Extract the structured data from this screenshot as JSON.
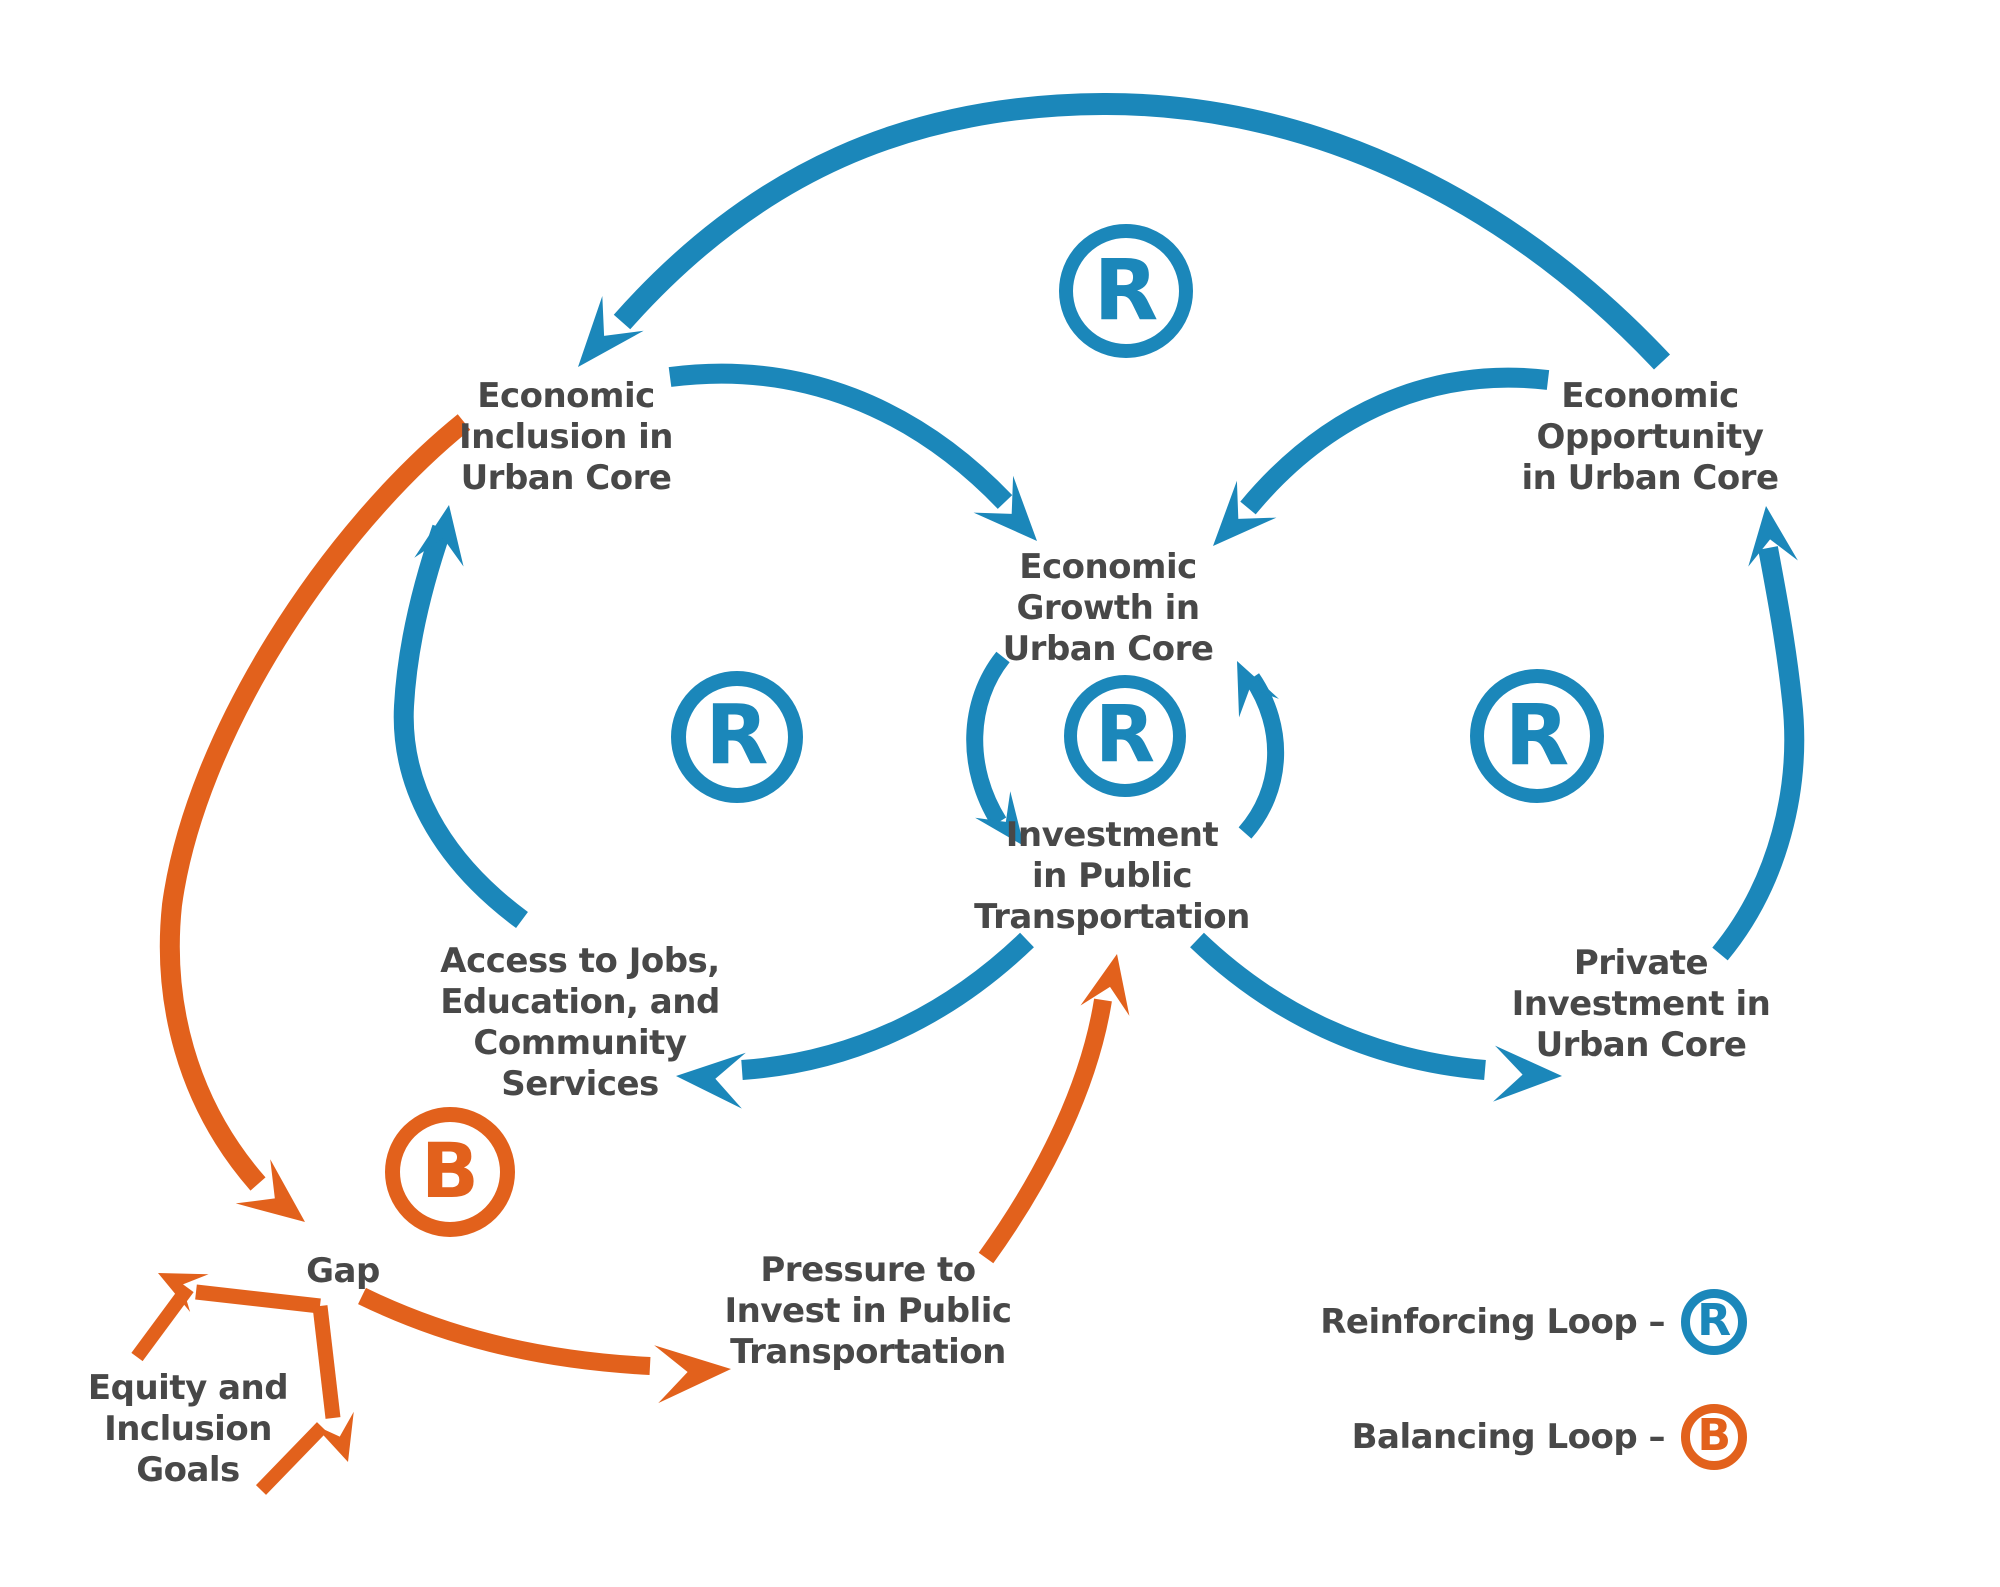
{
  "colors": {
    "reinforcing_blue": "#1b87ba",
    "balancing_orange": "#e2611c",
    "label_text": "#484848",
    "background": "#ffffff"
  },
  "nodes": {
    "inclusion": {
      "lines": [
        "Economic",
        "Inclusion in",
        "Urban Core"
      ]
    },
    "opportunity": {
      "lines": [
        "Economic",
        "Opportunity",
        "in Urban Core"
      ]
    },
    "growth": {
      "lines": [
        "Economic",
        "Growth in",
        "Urban Core"
      ]
    },
    "investment": {
      "lines": [
        "Investment",
        "in Public",
        "Transportation"
      ]
    },
    "access": {
      "lines": [
        "Access to Jobs,",
        "Education, and",
        "Community",
        "Services"
      ]
    },
    "private_investment": {
      "lines": [
        "Private",
        "Investment in",
        "Urban Core"
      ]
    },
    "pressure": {
      "lines": [
        "Pressure to",
        "Invest in Public",
        "Transportation"
      ]
    },
    "equity_goals": {
      "lines": [
        "Equity and",
        "Inclusion",
        "Goals"
      ]
    },
    "gap": {
      "lines": [
        "Gap"
      ]
    }
  },
  "markers": {
    "top": {
      "letter": "R"
    },
    "left": {
      "letter": "R"
    },
    "center": {
      "letter": "R"
    },
    "right": {
      "letter": "R"
    },
    "balancing": {
      "letter": "B"
    }
  },
  "legend": {
    "reinforcing": {
      "label": "Reinforcing Loop –",
      "symbol": "R"
    },
    "balancing": {
      "label": "Balancing Loop –",
      "symbol": "B"
    }
  }
}
